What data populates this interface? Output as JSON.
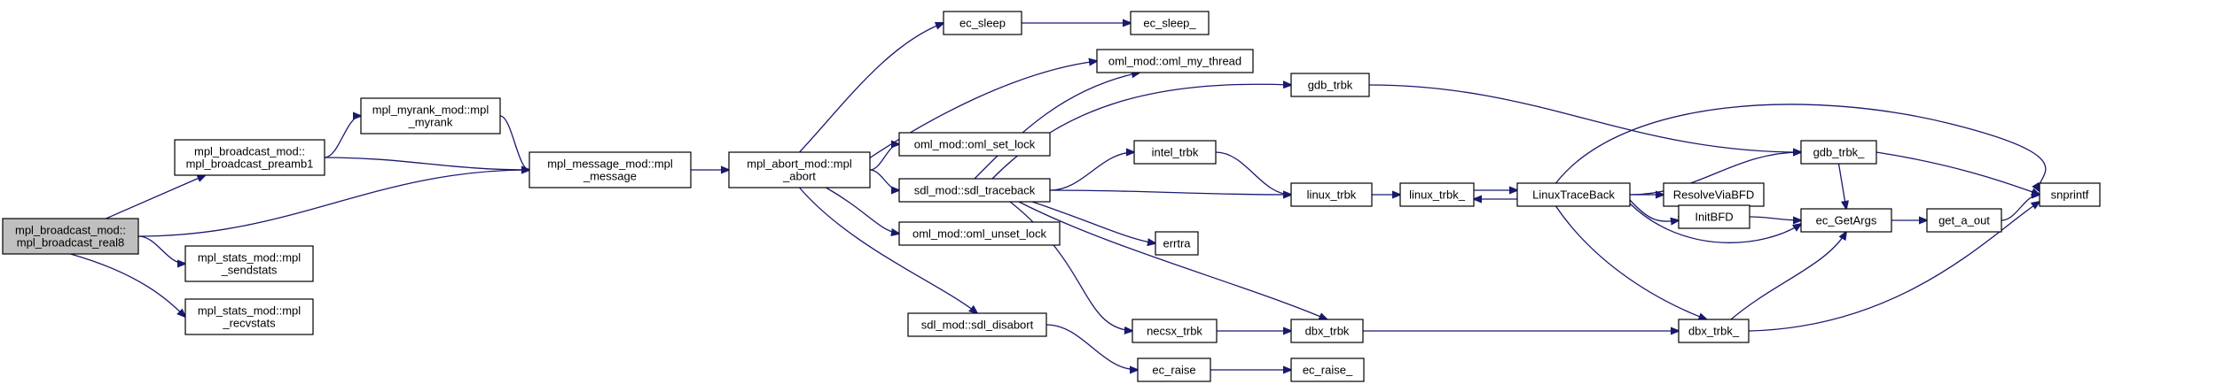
{
  "diagram": {
    "type": "call-graph",
    "nodes": [
      {
        "id": "root",
        "lines": [
          "mpl_broadcast_mod::",
          "mpl_broadcast_real8"
        ],
        "root": true
      },
      {
        "id": "preamb",
        "lines": [
          "mpl_broadcast_mod::",
          "mpl_broadcast_preamb1"
        ]
      },
      {
        "id": "sendstats",
        "lines": [
          "mpl_stats_mod::mpl",
          "_sendstats"
        ]
      },
      {
        "id": "recvstats",
        "lines": [
          "mpl_stats_mod::mpl",
          "_recvstats"
        ]
      },
      {
        "id": "myrank",
        "lines": [
          "mpl_myrank_mod::mpl",
          "_myrank"
        ]
      },
      {
        "id": "message",
        "lines": [
          "mpl_message_mod::mpl",
          "_message"
        ]
      },
      {
        "id": "abort",
        "lines": [
          "mpl_abort_mod::mpl",
          "_abort"
        ]
      },
      {
        "id": "ec_sleep",
        "lines": [
          "ec_sleep"
        ]
      },
      {
        "id": "ec_sleep_",
        "lines": [
          "ec_sleep_"
        ]
      },
      {
        "id": "my_thread",
        "lines": [
          "oml_mod::oml_my_thread"
        ]
      },
      {
        "id": "set_lock",
        "lines": [
          "oml_mod::oml_set_lock"
        ]
      },
      {
        "id": "traceback",
        "lines": [
          "sdl_mod::sdl_traceback"
        ]
      },
      {
        "id": "unset_lock",
        "lines": [
          "oml_mod::oml_unset_lock"
        ]
      },
      {
        "id": "disabort",
        "lines": [
          "sdl_mod::sdl_disabort"
        ]
      },
      {
        "id": "gdb_trbk",
        "lines": [
          "gdb_trbk"
        ]
      },
      {
        "id": "intel_trbk",
        "lines": [
          "intel_trbk"
        ]
      },
      {
        "id": "linux_trbk",
        "lines": [
          "linux_trbk"
        ]
      },
      {
        "id": "errtra",
        "lines": [
          "errtra"
        ]
      },
      {
        "id": "necsx_trbk",
        "lines": [
          "necsx_trbk"
        ]
      },
      {
        "id": "dbx_trbk",
        "lines": [
          "dbx_trbk"
        ]
      },
      {
        "id": "ec_raise",
        "lines": [
          "ec_raise"
        ]
      },
      {
        "id": "ec_raise_",
        "lines": [
          "ec_raise_"
        ]
      },
      {
        "id": "linux_trbk_",
        "lines": [
          "linux_trbk_"
        ]
      },
      {
        "id": "ltb",
        "lines": [
          "LinuxTraceBack"
        ]
      },
      {
        "id": "resolve",
        "lines": [
          "ResolveViaBFD"
        ]
      },
      {
        "id": "initbfd",
        "lines": [
          "InitBFD"
        ]
      },
      {
        "id": "gdb_trbk_",
        "lines": [
          "gdb_trbk_"
        ]
      },
      {
        "id": "dbx_trbk_",
        "lines": [
          "dbx_trbk_"
        ]
      },
      {
        "id": "getargs",
        "lines": [
          "ec_GetArgs"
        ]
      },
      {
        "id": "get_a_out",
        "lines": [
          "get_a_out"
        ]
      },
      {
        "id": "snprintf",
        "lines": [
          "snprintf"
        ]
      }
    ],
    "edges": [
      [
        "root",
        "preamb"
      ],
      [
        "root",
        "message"
      ],
      [
        "root",
        "sendstats"
      ],
      [
        "root",
        "recvstats"
      ],
      [
        "preamb",
        "myrank"
      ],
      [
        "preamb",
        "message"
      ],
      [
        "myrank",
        "message"
      ],
      [
        "message",
        "abort"
      ],
      [
        "abort",
        "ec_sleep"
      ],
      [
        "abort",
        "my_thread"
      ],
      [
        "abort",
        "set_lock"
      ],
      [
        "abort",
        "traceback"
      ],
      [
        "abort",
        "unset_lock"
      ],
      [
        "abort",
        "disabort"
      ],
      [
        "ec_sleep",
        "ec_sleep_"
      ],
      [
        "traceback",
        "my_thread"
      ],
      [
        "traceback",
        "gdb_trbk"
      ],
      [
        "traceback",
        "intel_trbk"
      ],
      [
        "traceback",
        "linux_trbk"
      ],
      [
        "traceback",
        "errtra"
      ],
      [
        "traceback",
        "necsx_trbk"
      ],
      [
        "traceback",
        "dbx_trbk"
      ],
      [
        "disabort",
        "ec_raise"
      ],
      [
        "ec_raise",
        "ec_raise_"
      ],
      [
        "gdb_trbk",
        "gdb_trbk_"
      ],
      [
        "intel_trbk",
        "linux_trbk"
      ],
      [
        "linux_trbk",
        "linux_trbk_"
      ],
      [
        "linux_trbk_",
        "ltb"
      ],
      [
        "ltb",
        "linux_trbk_"
      ],
      [
        "ltb",
        "snprintf"
      ],
      [
        "ltb",
        "gdb_trbk_"
      ],
      [
        "ltb",
        "resolve"
      ],
      [
        "ltb",
        "initbfd"
      ],
      [
        "ltb",
        "getargs"
      ],
      [
        "ltb",
        "dbx_trbk_"
      ],
      [
        "resolve",
        "initbfd"
      ],
      [
        "initbfd",
        "getargs"
      ],
      [
        "gdb_trbk_",
        "getargs"
      ],
      [
        "gdb_trbk_",
        "snprintf"
      ],
      [
        "necsx_trbk",
        "dbx_trbk"
      ],
      [
        "dbx_trbk",
        "dbx_trbk_"
      ],
      [
        "dbx_trbk_",
        "getargs"
      ],
      [
        "dbx_trbk_",
        "snprintf"
      ],
      [
        "getargs",
        "get_a_out"
      ],
      [
        "get_a_out",
        "snprintf"
      ]
    ]
  }
}
